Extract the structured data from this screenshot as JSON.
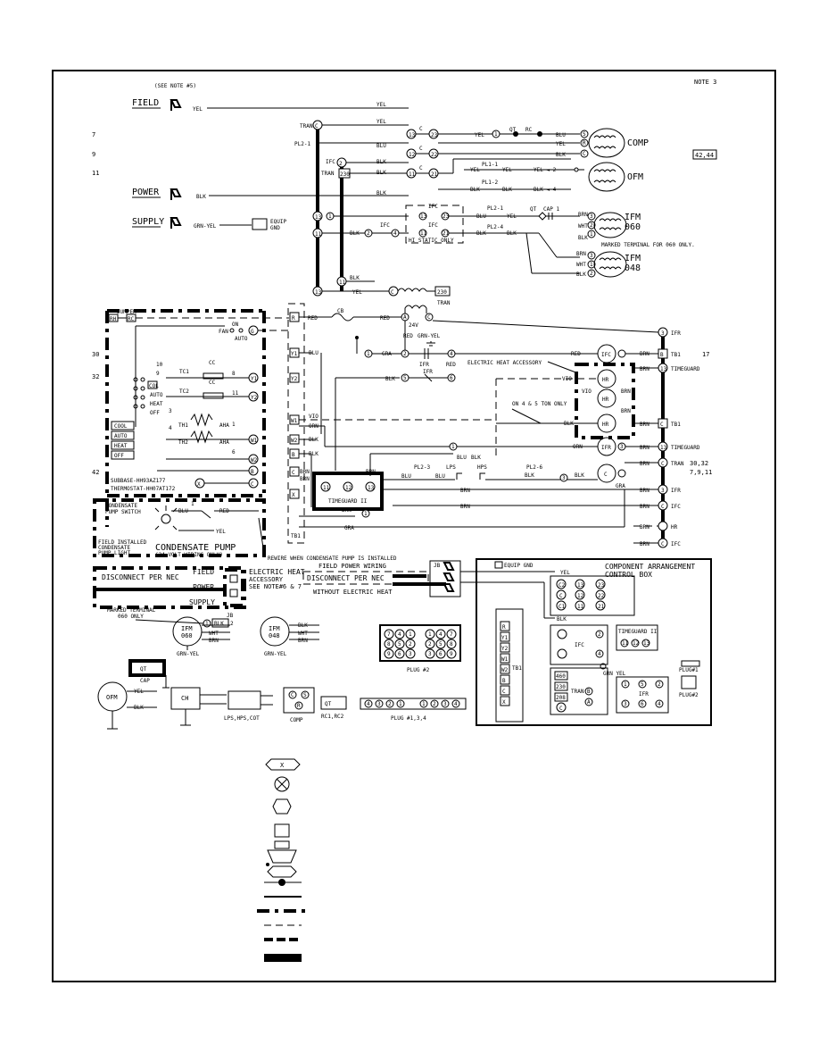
{
  "notes": {
    "note3": "NOTE 3",
    "see_note5": "(SEE NOTE #5)",
    "note_ref_4244": "42,44"
  },
  "row_numbers": {
    "r7": "7",
    "r9": "9",
    "r11": "11",
    "r17": "17",
    "r30": "30",
    "r32": "32",
    "r42": "42",
    "r30_32": "30,32",
    "r7_9_11": "7,9,11"
  },
  "power_labels": {
    "field": "FIELD",
    "power": "POWER",
    "supply": "SUPPLY",
    "equip_gnd": "EQUIP\nGND"
  },
  "wire_colors": {
    "yel": "YEL",
    "blu": "BLU",
    "blk": "BLK",
    "red": "RED",
    "brn": "BRN",
    "wht": "WHT",
    "gra": "GRA",
    "orn": "ORN",
    "vio": "VIO",
    "grn_yel": "GRN-YEL"
  },
  "components": {
    "comp": "COMP",
    "ofm": "OFM",
    "ifm060": "IFM\n060",
    "ifm048": "IFM\n048",
    "tran": "TRAN",
    "tran_label": "TRAN",
    "ifc": "IFC",
    "ifr": "IFR",
    "hr": "HR",
    "cb": "CB",
    "lps": "LPS",
    "hps": "HPS",
    "timeguard": "TIMEGUARD",
    "timeguard2": "TIMEGUARD II",
    "tb1": "TB1",
    "cap": "CAP",
    "ch": "CH",
    "cap1": "CAP 1",
    "qt": "QT",
    "rc": "RC",
    "v24": "24V",
    "hi_static": "HI STATIC ONLY",
    "marked_terminal": "MARKED TERMINAL FOR 060 ONLY."
  },
  "plug_labels": {
    "pl2_1": "PL2-1",
    "pl1_1": "PL1-1",
    "pl1_2": "PL1-2",
    "pl2_3": "PL2-3",
    "pl2_4": "PL2-4",
    "pl2_6": "PL2-6"
  },
  "thermostat": {
    "jumper": "JUMPER",
    "fan": "FAN",
    "on": "ON",
    "auto": "AUTO",
    "col": "COL",
    "heat": "HEAT",
    "off": "OFF",
    "cool": "COOL",
    "tc1": "TC1",
    "tc2": "TC2",
    "th1": "TH1",
    "th2": "TH2",
    "cc": "CC",
    "aha": "AHA",
    "subbase": "SUBBASE-HH93AZ177",
    "thermostat": "THERMOSTAT-HH07AT172"
  },
  "condensate": {
    "pump_switch": "CONDENSATE\nPUMP SWITCH",
    "field_installed": "FIELD INSTALLED\nCONDENSATE\nPUMP LIGHT",
    "pump": "CONDENSATE PUMP",
    "wiring": "(24 VOLT WIRING ONLY)",
    "rewire": "REWIRE WHEN CONDENSATE PUMP IS INSTALLED"
  },
  "electric_heat": {
    "accessory": "ELECTRIC HEAT ACCESSORY",
    "ton_only": "ON 4 & 5 TON ONLY",
    "accessory_note": "ELECTRIC HEAT\nACCESSORY\nSEE NOTE#6 & 7",
    "field_power_wiring": "FIELD POWER WIRING",
    "disconnect": "DISCONNECT PER NEC",
    "without_heat": "WITHOUT ELECTRIC HEAT"
  },
  "lower_left": {
    "disconnect": "DISCONNECT PER NEC",
    "field": "FIELD",
    "power": "POWER",
    "supply": "SUPPLY",
    "marked_terminal": "MARKED TERMINAL\n060 ONLY",
    "jb": "JB",
    "ifm060": "IFM\n060",
    "ifm048": "IFM\n048",
    "cap": "CAP",
    "ofm": "OFM",
    "ch": "CH",
    "lps_hps_cot": "LPS,HPS,COT",
    "comp": "COMP",
    "rc1_rc2": "RC1,RC2",
    "plug134": "PLUG #1,3,4",
    "plug2": "PLUG #2"
  },
  "arrangement": {
    "title": "COMPONENT ARRANGEMENT",
    "subtitle": "CONTROL BOX",
    "equip_gnd": "EQUIP GND",
    "ifc": "IFC",
    "tran": "TRAN",
    "ifr": "IFR",
    "timeguard2": "TIMEGUARD II",
    "plug1": "PLUG#1",
    "plug2": "PLUG#2",
    "tb1": "TB1"
  },
  "legend": [
    {
      "symbol": "X",
      "kind": "hex-label"
    },
    {
      "symbol": "",
      "kind": "cross-circle"
    },
    {
      "symbol": "",
      "kind": "hexagon"
    },
    {
      "symbol": "",
      "kind": "square"
    },
    {
      "symbol": "",
      "kind": "plug"
    },
    {
      "symbol": "",
      "kind": "splice"
    },
    {
      "symbol": "",
      "kind": "solid-line"
    },
    {
      "symbol": "",
      "kind": "dash-dot"
    },
    {
      "symbol": "",
      "kind": "dash"
    },
    {
      "symbol": "",
      "kind": "dash-heavy"
    },
    {
      "symbol": "",
      "kind": "heavy"
    }
  ]
}
